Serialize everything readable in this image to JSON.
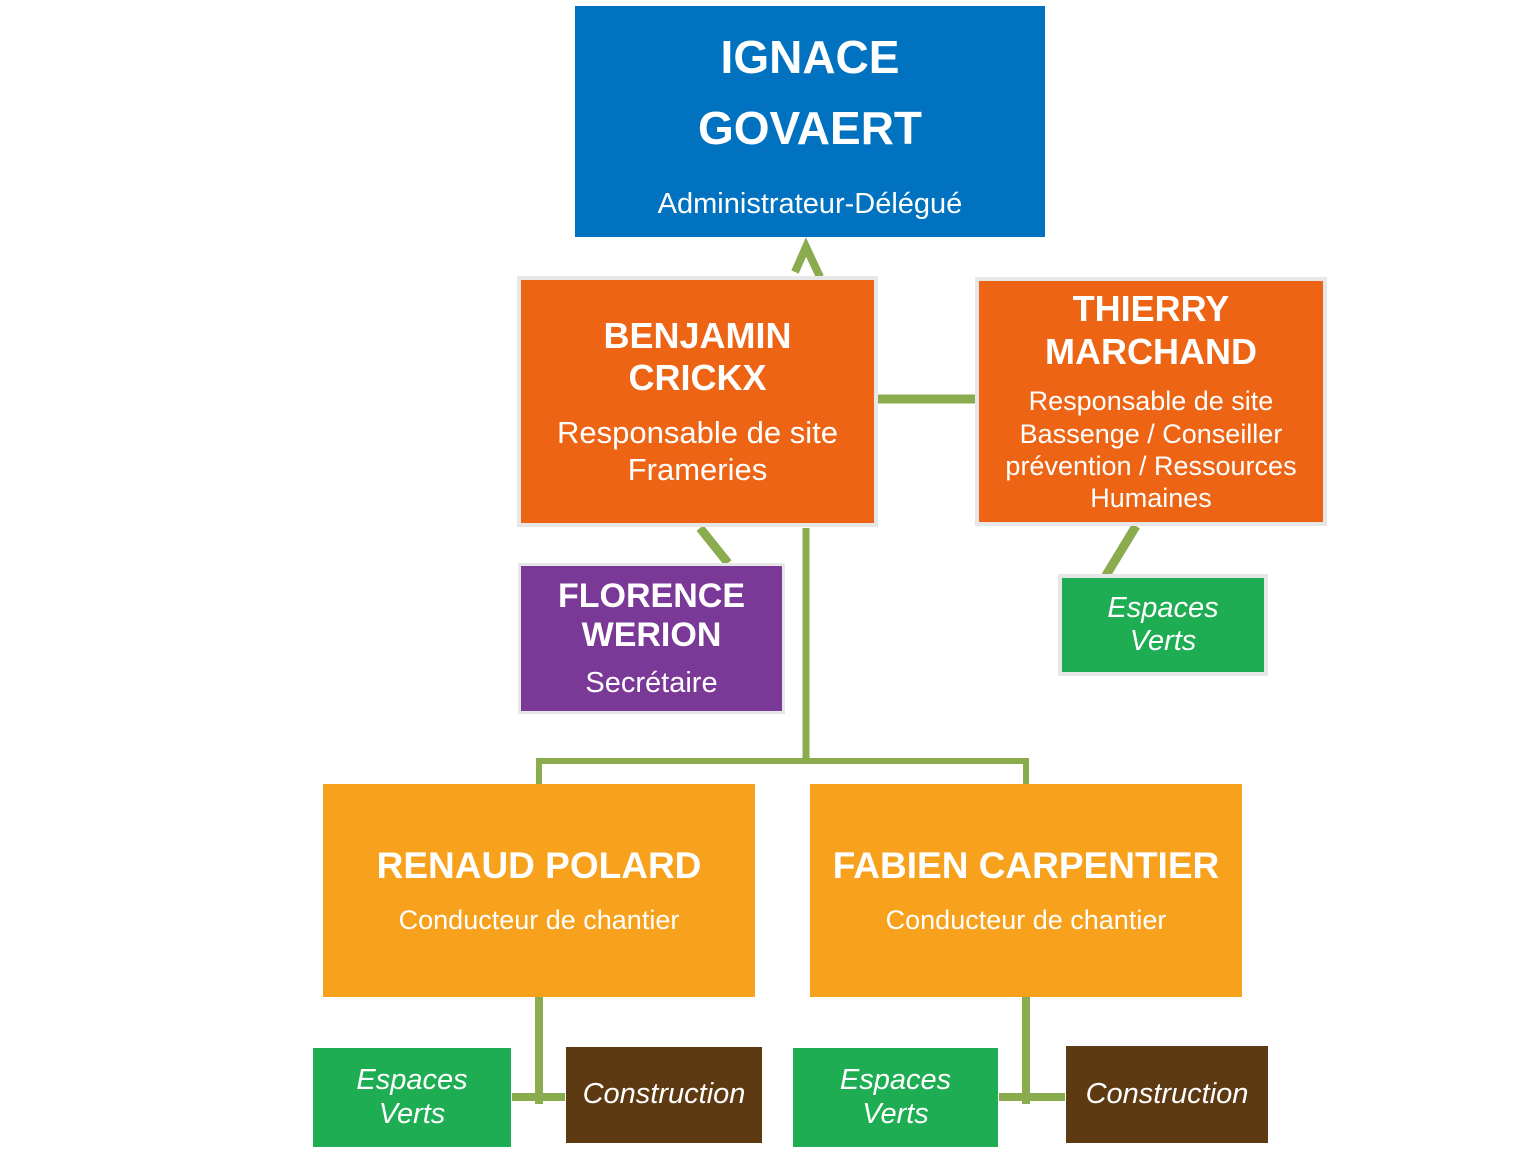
{
  "colors": {
    "blue": "#0072C0",
    "orange": "#EC6414",
    "amber": "#F7A11C",
    "purple": "#7A3897",
    "green": "#1EAD52",
    "brown": "#5D3A12",
    "connector": "#8BAC4E",
    "boxBorder": "#E7E7E7",
    "text": "#FFFFFF"
  },
  "org": {
    "ignace": {
      "name": "IGNACE\nGOVAERT",
      "role": "Administrateur-Délégué"
    },
    "benjamin": {
      "name": "BENJAMIN\nCRICKX",
      "role": "Responsable de site\nFrameries"
    },
    "thierry": {
      "name": "THIERRY\nMARCHAND",
      "role": "Responsable de site\nBassenge / Conseiller\nprévention / Ressources\nHumaines"
    },
    "florence": {
      "name": "FLORENCE\nWERION",
      "role": "Secrétaire"
    },
    "espaces_verts_thierry": {
      "label": "Espaces\nVerts"
    },
    "renaud": {
      "name": "RENAUD POLARD",
      "role": "Conducteur de chantier"
    },
    "fabien": {
      "name": "FABIEN CARPENTIER",
      "role": "Conducteur de chantier"
    },
    "espaces_verts_renaud": {
      "label": "Espaces\nVerts"
    },
    "construction_renaud": {
      "label": "Construction"
    },
    "espaces_verts_fabien": {
      "label": "Espaces\nVerts"
    },
    "construction_fabien": {
      "label": "Construction"
    }
  }
}
